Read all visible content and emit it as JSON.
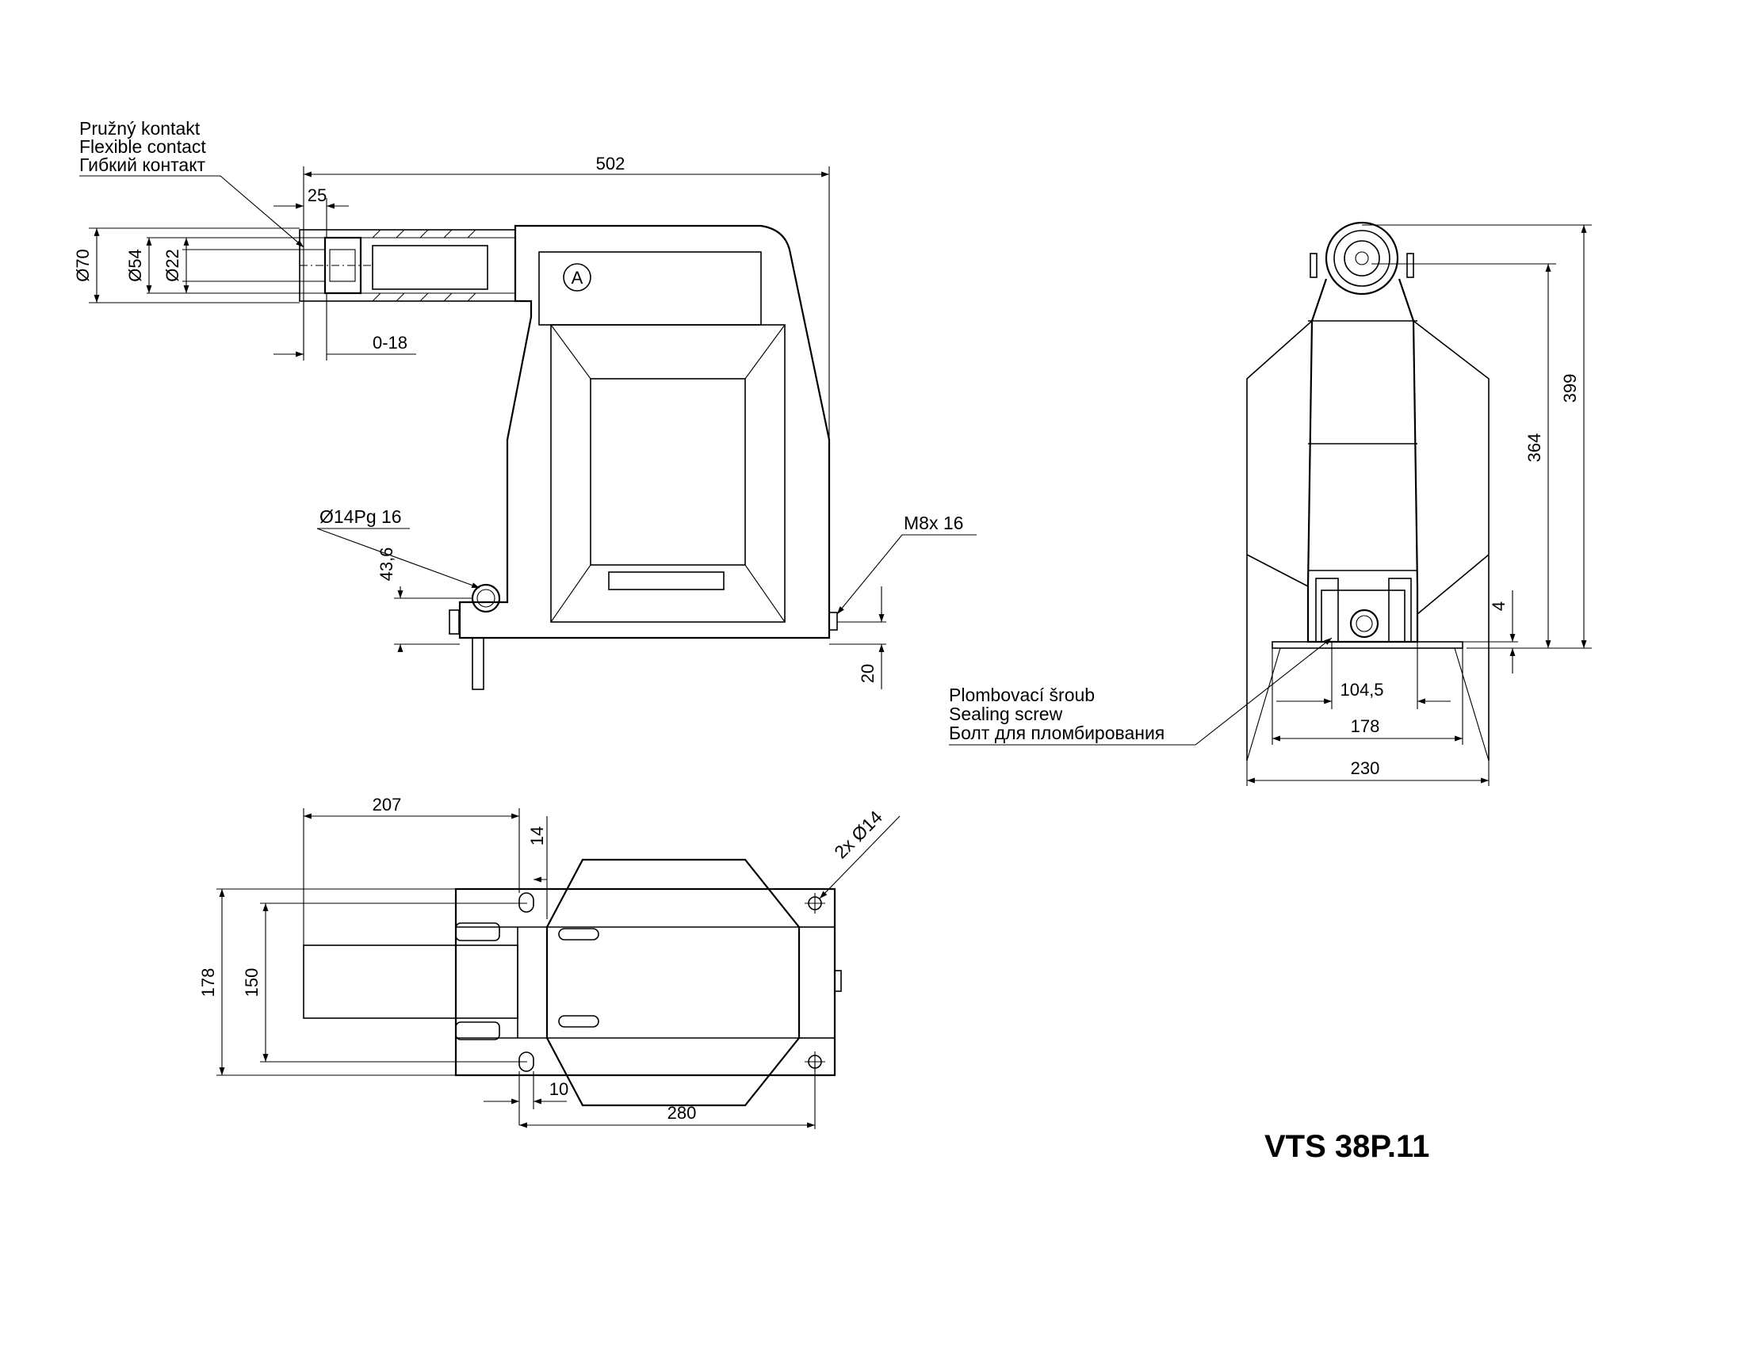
{
  "title": "VTS 38P.11",
  "notes": {
    "flexible_contact": [
      "Pružný kontakt",
      "Flexible contact",
      "Гибкий контакт"
    ],
    "sealing_screw": [
      "Plombovací šroub",
      "Sealing screw",
      "Болт для пломбирования"
    ]
  },
  "side_view": {
    "terminal_marker": "A",
    "dims": {
      "overall_length": "502",
      "contact_25": "25",
      "d70": "Ø70",
      "d54": "Ø54",
      "d22": "Ø22",
      "range": "0-18",
      "gland": "Ø14Pg 16",
      "h43": "43,6",
      "earth": "M8x 16",
      "h20": "20"
    }
  },
  "end_view": {
    "dims": {
      "h399": "399",
      "h364": "364",
      "h4": "4",
      "w104": "104,5",
      "w178": "178",
      "w230": "230"
    }
  },
  "plan_view": {
    "dims": {
      "l207": "207",
      "h14": "14",
      "holes": "2x Ø14",
      "w178": "178",
      "w150": "150",
      "l10": "10",
      "l280": "280"
    }
  }
}
